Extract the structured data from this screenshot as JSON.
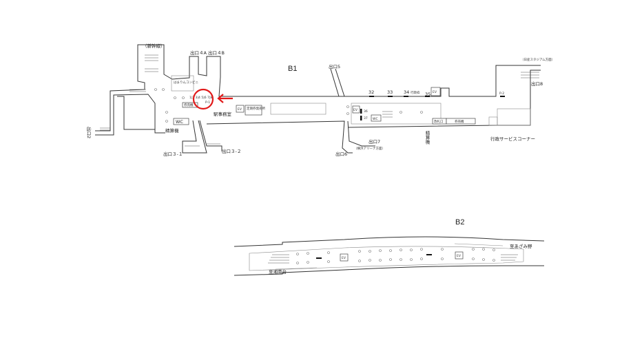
{
  "floors": {
    "b1": "B1",
    "b2": "B2"
  },
  "b1": {
    "shinkansen": "（新幹線）",
    "exit_4a": "出口４A",
    "exit_4b": "出口４B",
    "exit_2": "出口2",
    "exit_3_1": "出口３-１",
    "exit_3_2": "出口３-２",
    "exit_5": "出口5",
    "exit_6": "出口6",
    "exit_7": "出口7",
    "exit_8": "出口8",
    "convenience": "はまりんコンビニ",
    "ticket_machine_left": "券売機",
    "wc_left": "WC",
    "fare_adjust_left": "精算機",
    "gates": "1|2 3|4 5|6 7|8",
    "p1": "P-1",
    "station_office": "駅事務室",
    "ev_left": "EV",
    "pass_office": "定期券発売所",
    "platform_nums": [
      "32",
      "33",
      "34",
      "35"
    ],
    "gyosei": "行政枠",
    "ev_top": "EV",
    "p2": "P-2",
    "stadium": "（日産スタジアム方面）",
    "ev_mid": "EV",
    "n36": "36",
    "n37": "37",
    "wc_right": "WC",
    "ticket_gate": "改札口",
    "ticket_machine_right": "券売機",
    "fare_adjust_right": "精算機",
    "arena": "（横浜アリーナ方面）",
    "admin_corner": "行政サービスコーナー"
  },
  "b2": {
    "to_azamino": "至あざみ野",
    "to_shonandai": "至湘南台",
    "ev1": "EV",
    "ev2": "EV"
  },
  "marker": {
    "color": "#e11a1a"
  }
}
